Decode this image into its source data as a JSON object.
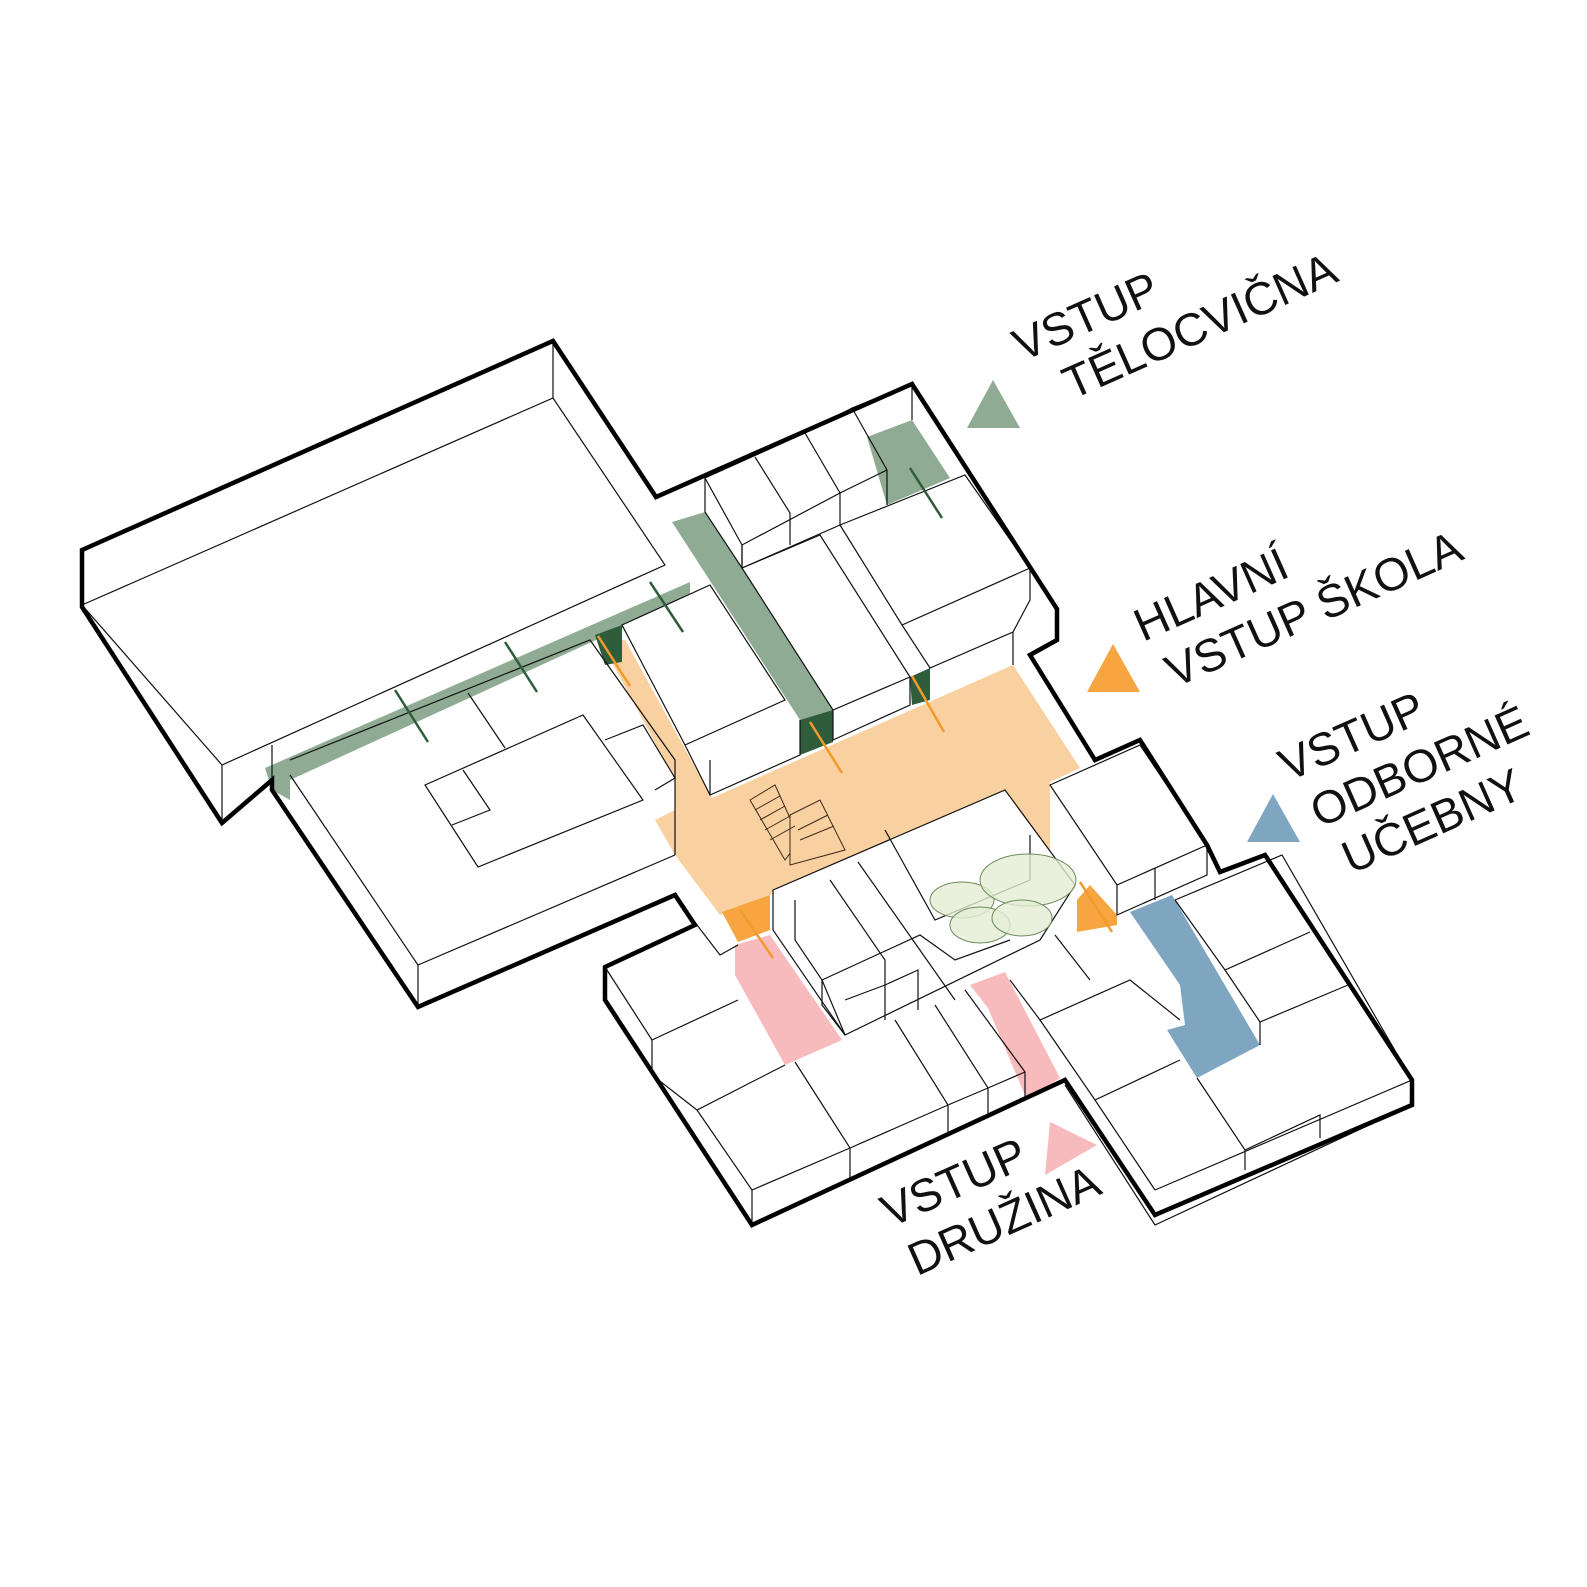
{
  "labels": {
    "gym_entrance": {
      "line1": "VSTUP",
      "line2": "TĚLOCVIČNA",
      "color": "#8fab94"
    },
    "main_entrance": {
      "line1": "HLAVNÍ",
      "line2": "VSTUP ŠKOLA",
      "color": "#f6a540"
    },
    "labs_entrance": {
      "line1": "VSTUP",
      "line2": "ODBORNÉ",
      "line3": "UČEBNY",
      "color": "#7fa6c1"
    },
    "afterschool_entrance": {
      "line1": "VSTUP",
      "line2": "DRUŽINA",
      "color": "#f7bbbd"
    }
  },
  "colors": {
    "green_corridor": "#8fab94",
    "green_dark": "#2f5d3b",
    "orange_hall": "#f9d0a0",
    "orange_dark": "#f6a540",
    "pink": "#f7bbbd",
    "blue": "#7fa6c1"
  }
}
